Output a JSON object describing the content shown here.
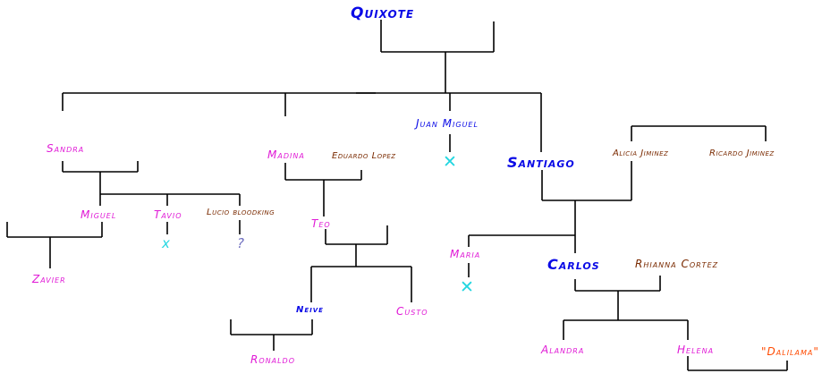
{
  "colors": {
    "line": "#000000",
    "blue": "#0a0ae6",
    "magenta": "#e01ad6",
    "brown": "#7a2a00",
    "cyan": "#22d6e0",
    "orange": "#ff4a00",
    "purple": "#7070c0"
  },
  "people": {
    "quixote": "Quixote",
    "sandra": "Sandra",
    "madina": "Madina",
    "eduardo": "Eduardo Lopez",
    "juan_miguel": "Juan Miguel",
    "santiago": "Santiago",
    "alicia": "Alicia Jiminez",
    "ricardo": "Ricardo Jiminez",
    "miguel": "Miguel",
    "tavio": "Tavio",
    "lucio": "Lucio bloodking",
    "teo": "Teo",
    "zavier": "Zavier",
    "maria": "Maria",
    "carlos": "Carlos",
    "rhianna": "Rhianna Cortez",
    "neive": "Neive",
    "custo": "Custo",
    "ronaldo": "Ronaldo",
    "alandra": "Alandra",
    "helena": "Helena",
    "dalilama": "\"Dalilama\""
  },
  "marks": {
    "juan_miguel_mark": "✕",
    "tavio_mark": "x",
    "lucio_mark": "?",
    "maria_mark": "✕"
  }
}
